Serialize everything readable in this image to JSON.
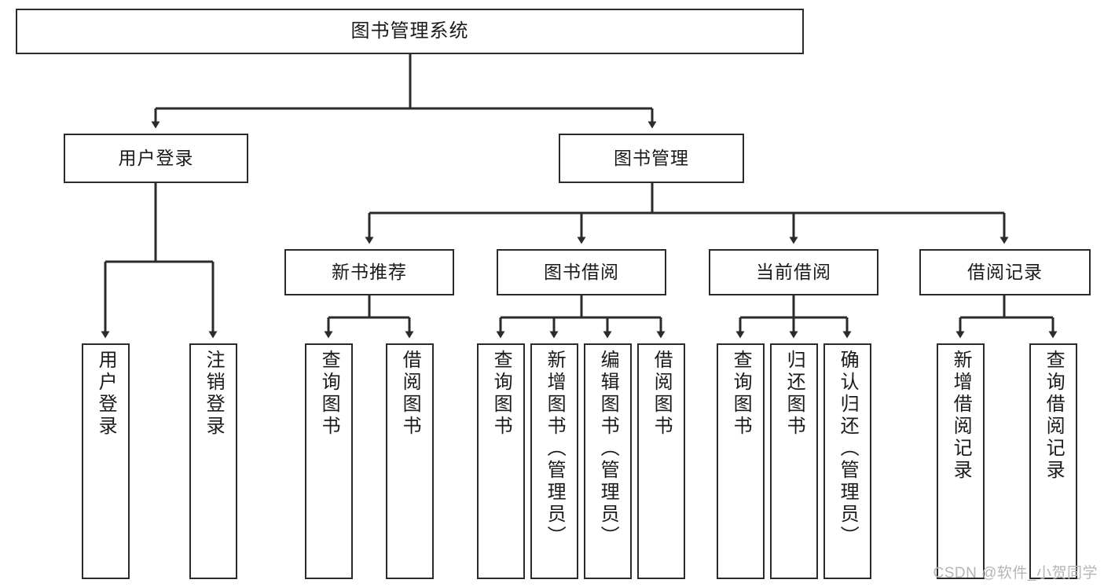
{
  "diagram": {
    "type": "tree",
    "title": "图书管理系统",
    "watermark": "CSDN @软件_小贺同学",
    "colors": {
      "stroke": "#2b2b2b",
      "fill": "#ffffff",
      "text": "#1a1a1a",
      "watermark": "#b5b5b5"
    },
    "nodes": {
      "root": {
        "label": "图书管理系统"
      },
      "level1": [
        {
          "id": "user-login",
          "label": "用户登录"
        },
        {
          "id": "book-management",
          "label": "图书管理"
        }
      ],
      "level2": [
        {
          "id": "new-book-recommend",
          "label": "新书推荐",
          "parent": "book-management"
        },
        {
          "id": "book-borrow",
          "label": "图书借阅",
          "parent": "book-management"
        },
        {
          "id": "current-borrow",
          "label": "当前借阅",
          "parent": "book-management"
        },
        {
          "id": "borrow-record",
          "label": "借阅记录",
          "parent": "book-management"
        }
      ],
      "leaves": [
        {
          "id": "leaf-user-login",
          "label": "用户登录",
          "parent": "user-login"
        },
        {
          "id": "leaf-logout-login",
          "label": "注销登录",
          "parent": "user-login"
        },
        {
          "id": "leaf-query-book-1",
          "label": "查询图书",
          "parent": "new-book-recommend"
        },
        {
          "id": "leaf-borrow-book-1",
          "label": "借阅图书",
          "parent": "new-book-recommend"
        },
        {
          "id": "leaf-query-book-2",
          "label": "查询图书",
          "parent": "book-borrow"
        },
        {
          "id": "leaf-add-book",
          "label": "新增图书（管理员）",
          "parent": "book-borrow"
        },
        {
          "id": "leaf-edit-book",
          "label": "编辑图书（管理员）",
          "parent": "book-borrow"
        },
        {
          "id": "leaf-borrow-book-2",
          "label": "借阅图书",
          "parent": "book-borrow"
        },
        {
          "id": "leaf-query-book-3",
          "label": "查询图书",
          "parent": "current-borrow"
        },
        {
          "id": "leaf-return-book",
          "label": "归还图书",
          "parent": "current-borrow"
        },
        {
          "id": "leaf-confirm-return",
          "label": "确认归还（管理员）",
          "parent": "current-borrow"
        },
        {
          "id": "leaf-add-record",
          "label": "新增借阅记录",
          "parent": "borrow-record"
        },
        {
          "id": "leaf-query-record",
          "label": "查询借阅记录",
          "parent": "borrow-record"
        }
      ]
    }
  }
}
